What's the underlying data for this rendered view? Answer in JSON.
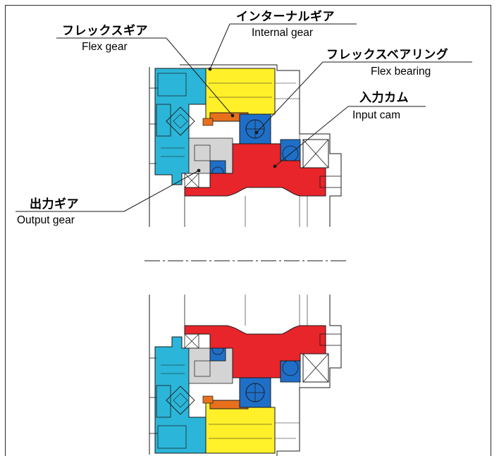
{
  "labels": {
    "internal_gear": {
      "jp": "インターナルギア",
      "en": "Internal gear"
    },
    "flex_gear": {
      "jp": "フレックスギア",
      "en": "Flex gear"
    },
    "flex_bearing": {
      "jp": "フレックスベアリング",
      "en": "Flex bearing"
    },
    "input_cam": {
      "jp": "入力カム",
      "en": "Input cam"
    },
    "output_gear": {
      "jp": "出力ギア",
      "en": "Output gear"
    }
  },
  "colors": {
    "output_gear_body": "#2bb5d8",
    "internal_gear": "#fff02a",
    "flex_gear": "#e8701c",
    "flex_bearing": "#1f6fc8",
    "input_cam": "#e8252b",
    "housing": "#d4d4d4",
    "line": "#1a1a1a"
  }
}
